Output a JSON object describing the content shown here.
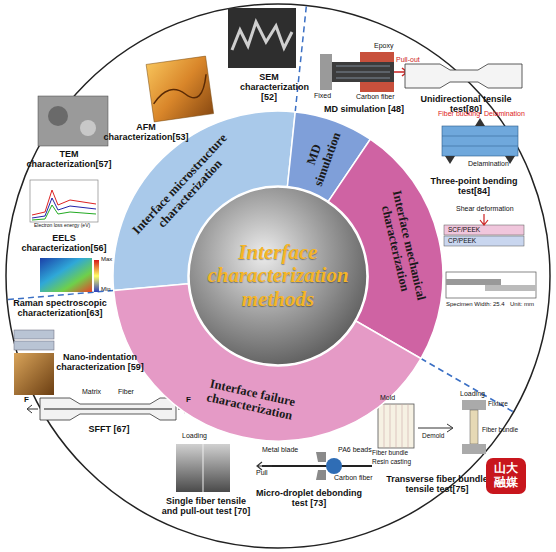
{
  "diagram": {
    "nodes": [
      {
        "text": [
          "Interface characterization methods"
        ]
      },
      {
        "text": [
          "Interface microstructure characterization"
        ]
      },
      {
        "text": [
          "MD simulation"
        ]
      },
      {
        "text": [
          "Interface mechanical characterization"
        ]
      },
      {
        "text": [
          "Interface failure characterization"
        ]
      }
    ],
    "labels": [
      "SEM characterization [52]",
      "AFM characterization[53]",
      "TEM characterization[57]",
      "EELS characterization[56]",
      "Raman spectroscopic characterization[63]",
      "Nano-indentation characterization [59]",
      "MD simulation [48]",
      "Unidirectional tensile test[80]",
      "Three-point bending test[84]",
      "Transverse fiber bundle tensile test[75]",
      "Micro-droplet debonding test [73]",
      "Single fiber tensile and pull-out test [70]",
      "SFFT [67]",
      "Epoxy",
      "Fixed",
      "Pull-out",
      "Carbon fiber",
      "Fiber bucking",
      "Delamination",
      "Delamination",
      "Shear deformation",
      "SCF/PEEK",
      "CP/PEEK",
      "Matrix",
      "Fiber",
      "F",
      "F",
      "Loading",
      "Metal blade",
      "PA6 beads",
      "Carbon fiber",
      "Pull",
      "Mold",
      "Fiber bundle",
      "Resin casting",
      "Loading",
      "Fixture",
      "Demold",
      "Fiber bundle",
      "Max",
      "Min",
      "Electron loss energy (eV)",
      "山大融媒",
      "Specimen Width: 25.4",
      "Unit: mm"
    ]
  }
}
